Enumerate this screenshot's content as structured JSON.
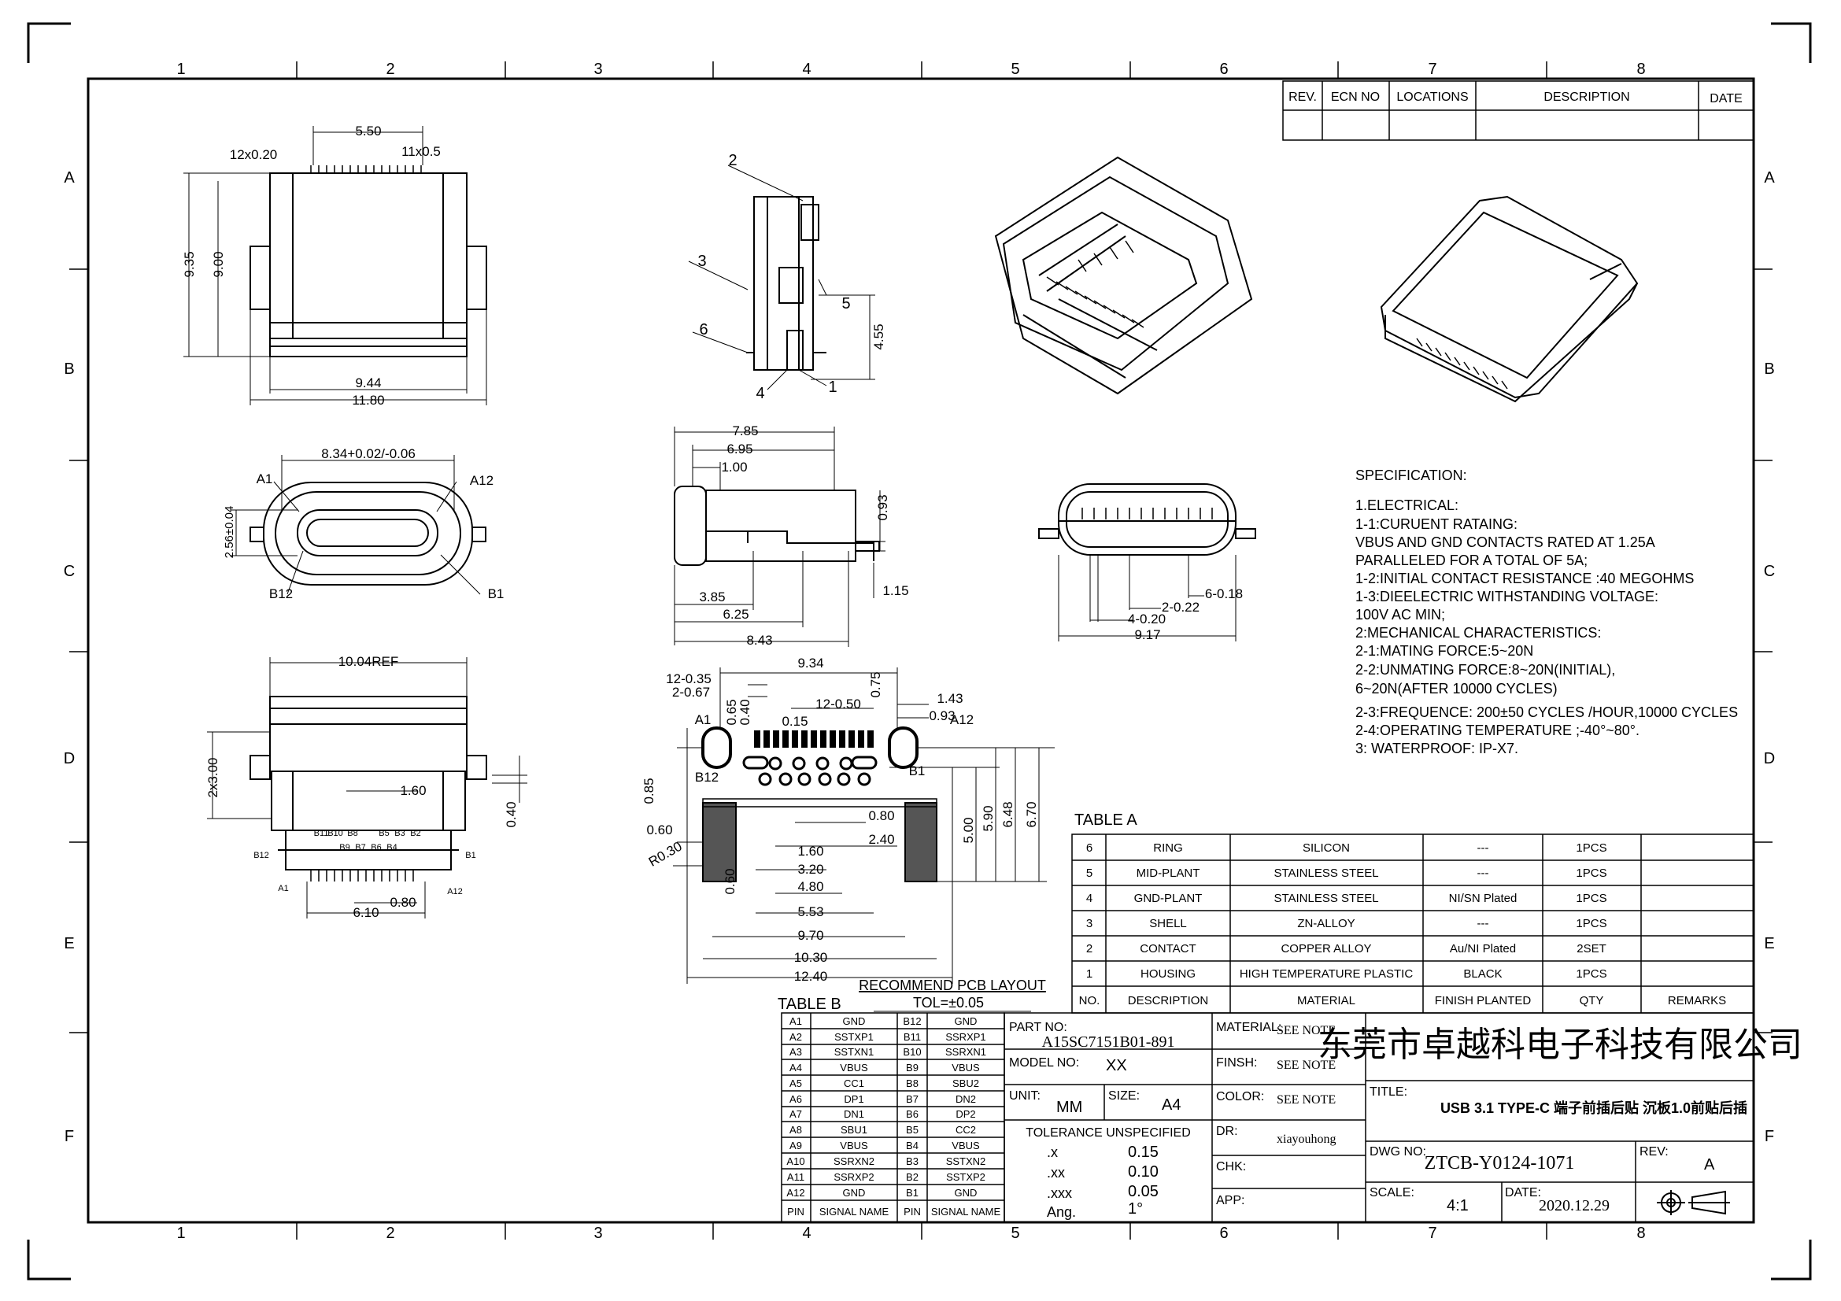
{
  "grid": {
    "cols": [
      "1",
      "2",
      "3",
      "4",
      "5",
      "6",
      "7",
      "8"
    ],
    "rows": [
      "A",
      "B",
      "C",
      "D",
      "E",
      "F"
    ]
  },
  "revision_table": {
    "headers": [
      "REV.",
      "ECN NO",
      "LOCATIONS",
      "DESCRIPTION",
      "DATE"
    ]
  },
  "views": {
    "front": {
      "dims": [
        "5.50",
        "12x0.20",
        "11x0.5",
        "9.35",
        "9.00",
        "9.44",
        "11.80"
      ]
    },
    "side": {
      "callouts": [
        "2",
        "3",
        "5",
        "6",
        "4",
        "1"
      ],
      "dims": [
        "4.55"
      ]
    },
    "mating_face": {
      "dims": [
        "8.34+0.02/-0.06",
        "2.56±0.04"
      ],
      "pins": [
        "A1",
        "A12",
        "B12",
        "B1"
      ]
    },
    "profile": {
      "dims": [
        "7.85",
        "6.95",
        "1.00",
        "0.93",
        "1.15",
        "3.85",
        "6.25",
        "8.43"
      ]
    },
    "bottom": {
      "dims": [
        "10.04REF",
        "2x3.00",
        "1.60",
        "0.40",
        "0.80",
        "6.10"
      ],
      "pins": [
        "B11",
        "B10",
        "B8",
        "B5",
        "B3",
        "B2",
        "B9",
        "B7",
        "B6",
        "B4",
        "B12",
        "B1",
        "A1",
        "A12"
      ]
    },
    "end": {
      "dims": [
        "6-0.18",
        "2-0.22",
        "4-0.20",
        "9.17"
      ]
    },
    "pcb": {
      "dims": [
        "9.34",
        "12-0.35",
        "2-0.67",
        "0.65",
        "0.40",
        "0.15",
        "12-0.50",
        "0.75",
        "1.43",
        "0.93",
        "0.85",
        "0.60",
        "R0.30",
        "0.60",
        "0.80",
        "2.40",
        "1.60",
        "3.20",
        "4.80",
        "5.53",
        "9.70",
        "10.30",
        "12.40",
        "5.00",
        "5.90",
        "6.48",
        "6.70"
      ],
      "pins": [
        "A1",
        "A12",
        "B12",
        "B1"
      ],
      "title": "RECOMMEND PCB LAYOUT",
      "tol": "TOL=±0.05"
    }
  },
  "specification": {
    "lines": [
      "SPECIFICATION:",
      "1.ELECTRICAL:",
      "  1-1:CURUENT RATAING:",
      "     VBUS AND GND CONTACTS RATED AT 1.25A",
      "        PARALLELED FOR A TOTAL OF 5A;",
      "  1-2:INITIAL CONTACT RESISTANCE :40 MEGOHMS",
      "  1-3:DIEELECTRIC WITHSTANDING VOLTAGE:",
      "   100V AC MIN;",
      "2:MECHANICAL CHARACTERISTICS:",
      "  2-1:MATING FORCE:5~20N",
      "  2-2:UNMATING FORCE:8~20N(INITIAL),",
      "          6~20N(AFTER 10000 CYCLES)",
      "  2-3:FREQUENCE: 200±50 CYCLES /HOUR,10000 CYCLES",
      "  2-4:OPERATING TEMPERATURE ;-40°~80°.",
      "3: WATERPROOF: IP-X7."
    ]
  },
  "table_a": {
    "title": "TABLE A",
    "headers": [
      "NO.",
      "DESCRIPTION",
      "MATERIAL",
      "FINISH PLANTED",
      "QTY",
      "REMARKS"
    ],
    "rows": [
      [
        "6",
        "RING",
        "SILICON",
        "---",
        "1PCS",
        ""
      ],
      [
        "5",
        "MID-PLANT",
        "STAINLESS STEEL",
        "---",
        "1PCS",
        ""
      ],
      [
        "4",
        "GND-PLANT",
        "STAINLESS STEEL",
        "NI/SN  Plated",
        "1PCS",
        ""
      ],
      [
        "3",
        "SHELL",
        "ZN-ALLOY",
        "---",
        "1PCS",
        ""
      ],
      [
        "2",
        "CONTACT",
        "COPPER ALLOY",
        "Au/NI Plated",
        "2SET",
        ""
      ],
      [
        "1",
        "HOUSING",
        "HIGH TEMPERATURE PLASTIC",
        "BLACK",
        "1PCS",
        ""
      ]
    ]
  },
  "table_b": {
    "title": "TABLE B",
    "headers": [
      "PIN",
      "SIGNAL NAME",
      "PIN",
      "SIGNAL NAME"
    ],
    "rows": [
      [
        "A1",
        "GND",
        "B12",
        "GND"
      ],
      [
        "A2",
        "SSTXP1",
        "B11",
        "SSRXP1"
      ],
      [
        "A3",
        "SSTXN1",
        "B10",
        "SSRXN1"
      ],
      [
        "A4",
        "VBUS",
        "B9",
        "VBUS"
      ],
      [
        "A5",
        "CC1",
        "B8",
        "SBU2"
      ],
      [
        "A6",
        "DP1",
        "B7",
        "DN2"
      ],
      [
        "A7",
        "DN1",
        "B6",
        "DP2"
      ],
      [
        "A8",
        "SBU1",
        "B5",
        "CC2"
      ],
      [
        "A9",
        "VBUS",
        "B4",
        "VBUS"
      ],
      [
        "A10",
        "SSRXN2",
        "B3",
        "SSTXN2"
      ],
      [
        "A11",
        "SSRXP2",
        "B2",
        "SSTXP2"
      ],
      [
        "A12",
        "GND",
        "B1",
        "GND"
      ]
    ]
  },
  "title_block": {
    "part_no_label": "PART NO:",
    "part_no": "A15SC7151B01-891",
    "model_no_label": "MODEL NO:",
    "model_no": "XX",
    "unit_label": "UNIT:",
    "unit": "MM",
    "size_label": "SIZE:",
    "size": "A4",
    "tolerance_title": "TOLERANCE UNSPECIFIED",
    "tolerances": [
      {
        "k": ".x",
        "v": "0.15"
      },
      {
        "k": ".xx",
        "v": "0.10"
      },
      {
        "k": ".xxx",
        "v": "0.05"
      },
      {
        "k": "Ang.",
        "v": "1°"
      }
    ],
    "material_label": "MATERIAL:",
    "material": "SEE NOTE",
    "finish_label": "FINSH:",
    "finish": "SEE NOTE",
    "color_label": "COLOR:",
    "color": "SEE NOTE",
    "dr_label": "DR:",
    "dr": "xiayouhong",
    "chk_label": "CHK:",
    "app_label": "APP:",
    "company": "东莞市卓越科电子科技有限公司",
    "title_label": "TITLE:",
    "title": "USB 3.1 TYPE-C 端子前插后贴 沉板1.0前贴后插",
    "dwg_no_label": "DWG NO:",
    "dwg_no": "ZTCB-Y0124-1071",
    "rev_label": "REV:",
    "rev": "A",
    "scale_label": "SCALE:",
    "scale": "4:1",
    "date_label": "DATE:",
    "date": "2020.12.29"
  }
}
